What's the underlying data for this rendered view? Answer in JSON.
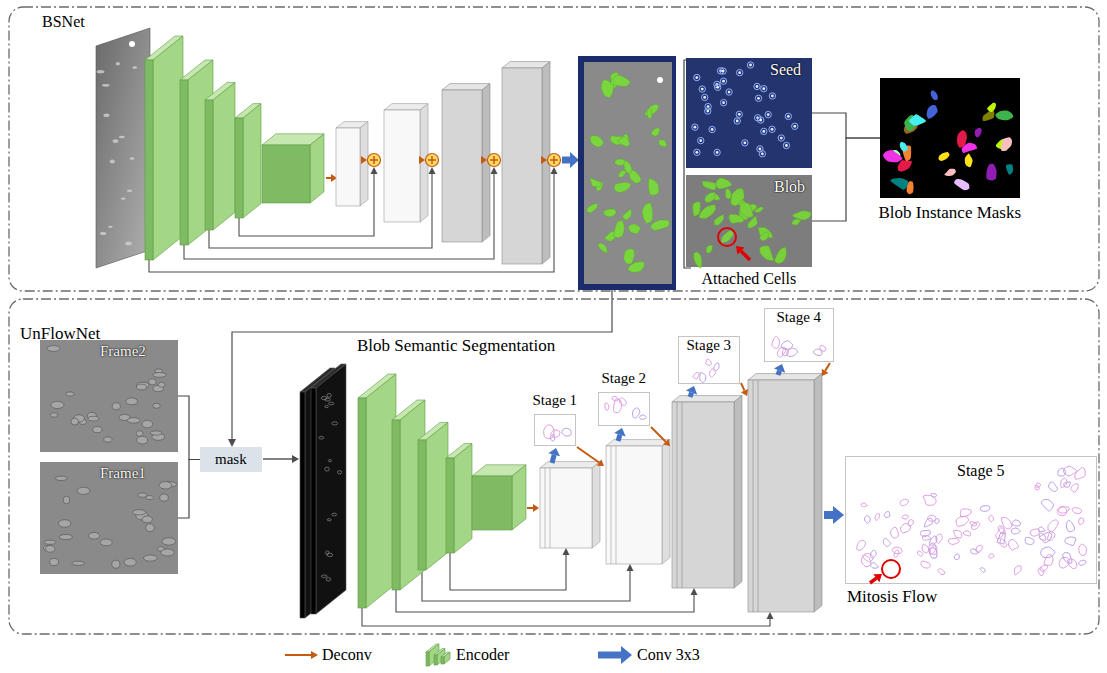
{
  "diagram": {
    "nodes": [
      {
        "text": [
          "BSNet"
        ]
      },
      {
        "text": [
          "Seed"
        ],
        "in": 0
      },
      {
        "text": [
          "Blob",
          "Attached Cells"
        ],
        "in": 0
      },
      {
        "text": [
          "Blob Instance Masks"
        ],
        "in": 0
      },
      {
        "text": [
          "UnFlowNet"
        ]
      },
      {
        "text": [
          "Frame2"
        ],
        "in": 4
      },
      {
        "text": [
          "Frame1"
        ],
        "in": 4
      },
      {
        "text": [
          "mask"
        ],
        "in": 4
      },
      {
        "text": [
          "Stage 1"
        ],
        "in": 4
      },
      {
        "text": [
          "Stage 2"
        ],
        "in": 4
      },
      {
        "text": [
          "Stage 3"
        ],
        "in": 4
      },
      {
        "text": [
          "Stage 4"
        ],
        "in": 4
      },
      {
        "text": [
          "Stage 5",
          "Mitosis Flow"
        ],
        "in": 4
      }
    ],
    "edges": [
      {
        "from": 1,
        "to": 3,
        "arrow": "none"
      },
      {
        "from": 2,
        "to": 3,
        "arrow": "none"
      },
      {
        "from": 5,
        "to": 7,
        "arrow": "none"
      },
      {
        "from": 6,
        "to": 7,
        "arrow": "none"
      }
    ],
    "labels": [
      "Blob Semantic Segmentation"
    ],
    "legend": [
      {
        "text": "Deconv"
      },
      {
        "text": "Encoder"
      },
      {
        "text": "Conv 3x3"
      }
    ]
  }
}
